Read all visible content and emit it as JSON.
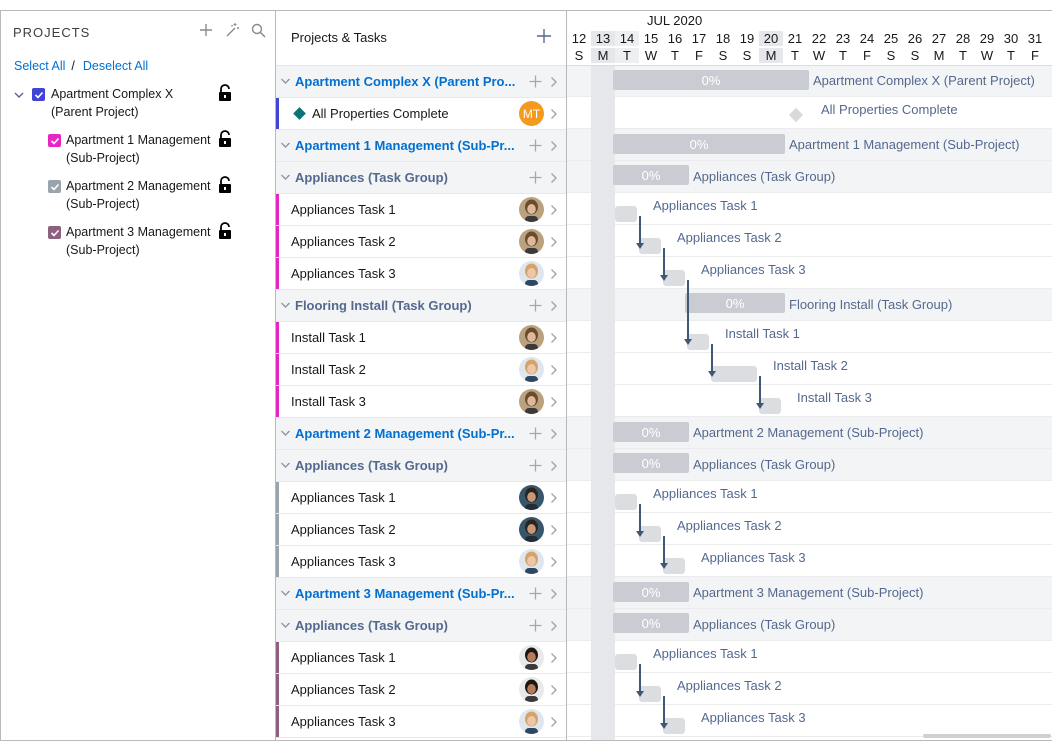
{
  "projects_panel": {
    "title": "PROJECTS",
    "select_all": "Select All",
    "separator": "/",
    "deselect_all": "Deselect All",
    "tree": [
      {
        "line1": "Apartment Complex X",
        "line2": "(Parent Project)",
        "color": "#4045d6"
      },
      {
        "line1": "Apartment 1 Management",
        "line2": "(Sub-Project)",
        "color": "#e526c4"
      },
      {
        "line1": "Apartment 2 Management",
        "line2": "(Sub-Project)",
        "color": "#9aa4ad"
      },
      {
        "line1": "Apartment 3 Management",
        "line2": "(Sub-Project)",
        "color": "#8e607d"
      }
    ]
  },
  "tasks_panel": {
    "title": "Projects & Tasks",
    "rows": [
      {
        "label": "Apartment Complex X (Parent Pro...",
        "kind": "project"
      },
      {
        "label": "All Properties Complete",
        "kind": "milestone",
        "avatar": "MT"
      },
      {
        "label": "Apartment 1 Management (Sub-Pr...",
        "kind": "project"
      },
      {
        "label": "Appliances (Task Group)",
        "kind": "group"
      },
      {
        "label": "Appliances Task 1",
        "kind": "task"
      },
      {
        "label": "Appliances Task 2",
        "kind": "task"
      },
      {
        "label": "Appliances Task 3",
        "kind": "task"
      },
      {
        "label": "Flooring Install (Task Group)",
        "kind": "group"
      },
      {
        "label": "Install Task 1",
        "kind": "task"
      },
      {
        "label": "Install Task 2",
        "kind": "task"
      },
      {
        "label": "Install Task 3",
        "kind": "task"
      },
      {
        "label": "Apartment 2 Management (Sub-Pr...",
        "kind": "project"
      },
      {
        "label": "Appliances (Task Group)",
        "kind": "group"
      },
      {
        "label": "Appliances Task 1",
        "kind": "task"
      },
      {
        "label": "Appliances Task 2",
        "kind": "task"
      },
      {
        "label": "Appliances Task 3",
        "kind": "task"
      },
      {
        "label": "Apartment 3 Management (Sub-Pr...",
        "kind": "project"
      },
      {
        "label": "Appliances (Task Group)",
        "kind": "group"
      },
      {
        "label": "Appliances Task 1",
        "kind": "task"
      },
      {
        "label": "Appliances Task 2",
        "kind": "task"
      },
      {
        "label": "Appliances Task 3",
        "kind": "task"
      }
    ]
  },
  "gantt": {
    "month": "JUL 2020",
    "dates": [
      "12",
      "13",
      "14",
      "15",
      "16",
      "17",
      "18",
      "19",
      "20",
      "21",
      "22",
      "23",
      "24",
      "25",
      "26",
      "27",
      "28",
      "29",
      "30",
      "31"
    ],
    "weekdays": [
      "S",
      "M",
      "T",
      "W",
      "T",
      "F",
      "S",
      "S",
      "M",
      "T",
      "W",
      "T",
      "F",
      "S",
      "S",
      "M",
      "T",
      "W",
      "T",
      "F"
    ],
    "labels": [
      "Apartment Complex X (Parent Project)",
      "All Properties Complete",
      "Apartment 1 Management (Sub-Project)",
      "Appliances (Task Group)",
      "Appliances Task 1",
      "Appliances Task 2",
      "Appliances Task 3",
      "Flooring Install (Task Group)",
      "Install Task 1",
      "Install Task 2",
      "Install Task 3",
      "Apartment 2 Management (Sub-Project)",
      "Appliances (Task Group)",
      "Appliances Task 1",
      "Appliances Task 2",
      "Appliances Task 3",
      "Apartment 3 Management (Sub-Project)",
      "Appliances (Task Group)",
      "Appliances Task 1",
      "Appliances Task 2",
      "Appliances Task 3"
    ],
    "percent": "0%"
  }
}
